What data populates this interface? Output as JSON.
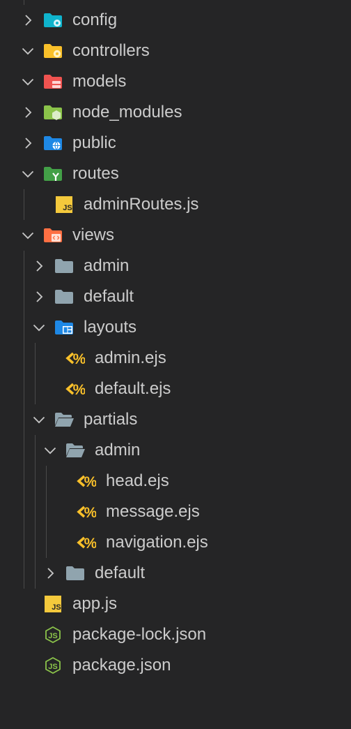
{
  "explorer": {
    "items": [
      {
        "id": "config",
        "label": "config",
        "kind": "folder",
        "icon": "folder-config-icon",
        "expanded": false,
        "depth": 0
      },
      {
        "id": "controllers",
        "label": "controllers",
        "kind": "folder",
        "icon": "folder-controllers-icon",
        "expanded": true,
        "depth": 0
      },
      {
        "id": "models",
        "label": "models",
        "kind": "folder",
        "icon": "folder-models-icon",
        "expanded": true,
        "depth": 0
      },
      {
        "id": "node_modules",
        "label": "node_modules",
        "kind": "folder",
        "icon": "folder-node-icon",
        "expanded": false,
        "depth": 0
      },
      {
        "id": "public",
        "label": "public",
        "kind": "folder",
        "icon": "folder-public-icon",
        "expanded": false,
        "depth": 0
      },
      {
        "id": "routes",
        "label": "routes",
        "kind": "folder",
        "icon": "folder-routes-icon",
        "expanded": true,
        "depth": 0
      },
      {
        "id": "adminRoutes",
        "label": "adminRoutes.js",
        "kind": "file",
        "icon": "javascript-file-icon",
        "depth": 1
      },
      {
        "id": "views",
        "label": "views",
        "kind": "folder",
        "icon": "folder-views-icon",
        "expanded": true,
        "depth": 0
      },
      {
        "id": "views-admin",
        "label": "admin",
        "kind": "folder",
        "icon": "folder-icon",
        "expanded": false,
        "depth": 1
      },
      {
        "id": "views-default",
        "label": "default",
        "kind": "folder",
        "icon": "folder-icon",
        "expanded": false,
        "depth": 1
      },
      {
        "id": "layouts",
        "label": "layouts",
        "kind": "folder",
        "icon": "folder-layouts-icon",
        "expanded": true,
        "depth": 1
      },
      {
        "id": "layout-admin",
        "label": "admin.ejs",
        "kind": "file",
        "icon": "ejs-file-icon",
        "depth": 2
      },
      {
        "id": "layout-default",
        "label": "default.ejs",
        "kind": "file",
        "icon": "ejs-file-icon",
        "depth": 2
      },
      {
        "id": "partials",
        "label": "partials",
        "kind": "folder",
        "icon": "folder-open-icon",
        "expanded": true,
        "depth": 1
      },
      {
        "id": "partials-admin",
        "label": "admin",
        "kind": "folder",
        "icon": "folder-open-icon",
        "expanded": true,
        "depth": 2
      },
      {
        "id": "head",
        "label": "head.ejs",
        "kind": "file",
        "icon": "ejs-file-icon",
        "depth": 3
      },
      {
        "id": "message",
        "label": "message.ejs",
        "kind": "file",
        "icon": "ejs-file-icon",
        "depth": 3
      },
      {
        "id": "navigation",
        "label": "navigation.ejs",
        "kind": "file",
        "icon": "ejs-file-icon",
        "depth": 3
      },
      {
        "id": "partials-default",
        "label": "default",
        "kind": "folder",
        "icon": "folder-icon",
        "expanded": false,
        "depth": 2
      },
      {
        "id": "app",
        "label": "app.js",
        "kind": "file",
        "icon": "javascript-file-icon",
        "depth": 0
      },
      {
        "id": "package-lock",
        "label": "package-lock.json",
        "kind": "file",
        "icon": "nodejs-file-icon",
        "depth": 0
      },
      {
        "id": "package",
        "label": "package.json",
        "kind": "file",
        "icon": "nodejs-file-icon",
        "depth": 0
      }
    ]
  },
  "colors": {
    "background": "#252526",
    "text": "#cccccc",
    "chevron": "#c5c5c5",
    "indent_guide": "#4a4a4a",
    "folder_plain": "#90a4ae",
    "folder_config": "#0fb3cc",
    "folder_controllers": "#f9c02a",
    "folder_models": "#ef5350",
    "folder_node": "#8bc34a",
    "folder_public": "#1e88e5",
    "folder_routes": "#43a047",
    "folder_views": "#ff7043",
    "folder_layouts": "#1e88e5",
    "js_badge": "#f4c93c",
    "ejs_glyph": "#f9c02a",
    "node_glyph": "#8bc34a"
  }
}
